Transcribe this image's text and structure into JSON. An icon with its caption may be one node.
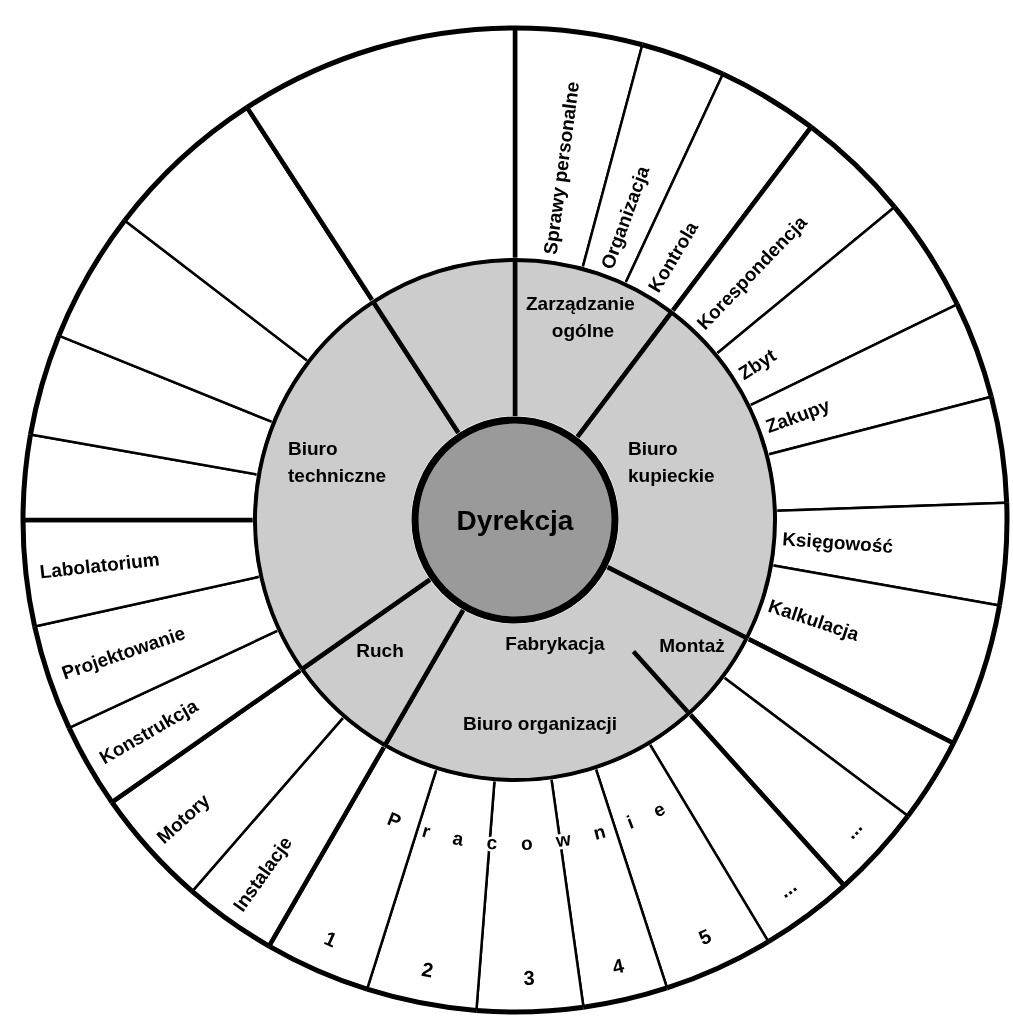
{
  "diagram": {
    "nodes": [
      {
        "text": [
          "Dyrekcja"
        ]
      },
      {
        "text": [
          "Zarządzanie ogólne"
        ]
      },
      {
        "text": [
          "Biuro kupieckie"
        ]
      },
      {
        "text": [
          "Fabrykacja",
          "Montaż",
          "Biuro organizacji"
        ]
      },
      {
        "text": [
          "Ruch"
        ]
      },
      {
        "text": [
          "Biuro techniczne"
        ]
      },
      {
        "text": [],
        "shape": "sector"
      },
      {
        "text": [
          "Sprawy personalne"
        ]
      },
      {
        "text": [
          "Organizacja"
        ]
      },
      {
        "text": [
          "Kontrola"
        ]
      },
      {
        "text": [
          "Korespondencja"
        ]
      },
      {
        "text": [
          "Zbyt"
        ]
      },
      {
        "text": [
          "Zakupy"
        ]
      },
      {
        "text": [],
        "shape": "sector"
      },
      {
        "text": [
          "Księgowość"
        ]
      },
      {
        "text": [
          "Kalkulacja"
        ]
      },
      {
        "text": [],
        "shape": "sector"
      },
      {
        "text": [
          "..."
        ]
      },
      {
        "text": [
          "..."
        ]
      },
      {
        "text": [
          "5"
        ]
      },
      {
        "text": [
          "4"
        ]
      },
      {
        "text": [
          "3"
        ]
      },
      {
        "text": [
          "2"
        ]
      },
      {
        "text": [
          "1"
        ]
      },
      {
        "text": [
          "Instalacje"
        ]
      },
      {
        "text": [
          "Motory"
        ]
      },
      {
        "text": [
          "Konstrukcja"
        ]
      },
      {
        "text": [
          "Projektowanie"
        ]
      },
      {
        "text": [
          "Labolatorium"
        ]
      },
      {
        "text": [],
        "shape": "sector"
      },
      {
        "text": [],
        "shape": "sector"
      },
      {
        "text": [],
        "shape": "sector"
      },
      {
        "text": [],
        "shape": "sector"
      },
      {
        "text": [],
        "shape": "sector"
      }
    ],
    "labels": [
      "Pracownie"
    ]
  }
}
